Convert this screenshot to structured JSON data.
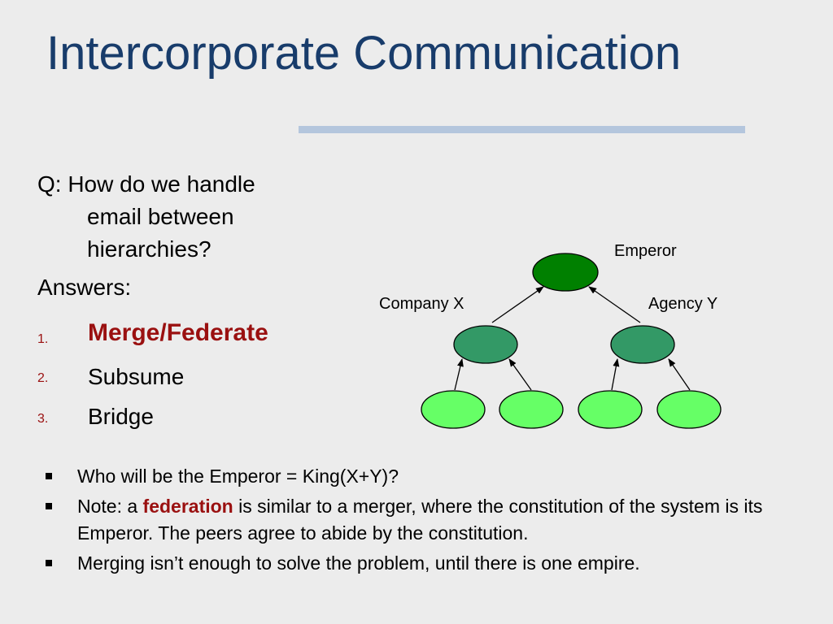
{
  "slide": {
    "title": "Intercorporate Communication",
    "question": {
      "line1": "Q: How do we handle",
      "line2": "email between",
      "line3": "hierarchies?"
    },
    "answers_label": "Answers:",
    "answers": [
      {
        "number": "1.",
        "label": "Merge/Federate"
      },
      {
        "number": "2.",
        "label": "Subsume"
      },
      {
        "number": "3.",
        "label": "Bridge"
      }
    ],
    "diagram": {
      "root_label": "Emperor",
      "left_label": "Company X",
      "right_label": "Agency Y",
      "colors": {
        "root": "#008000",
        "middle": "#339966",
        "leaf": "#66ff66",
        "background": "#ececec"
      }
    },
    "bullets": [
      {
        "text": "Who will be the Emperor = King(X+Y)?"
      },
      {
        "before": "Note: a ",
        "highlight": "federation",
        "after": " is similar to a merger, where the constitution of the system is its Emperor.  The peers agree to abide by the constitution."
      },
      {
        "text": "Merging isn’t enough to solve the problem, until there is one empire."
      }
    ],
    "colors": {
      "title": "#183c6b",
      "accent": "#9a1010",
      "rule": "#b4c6dd"
    }
  }
}
